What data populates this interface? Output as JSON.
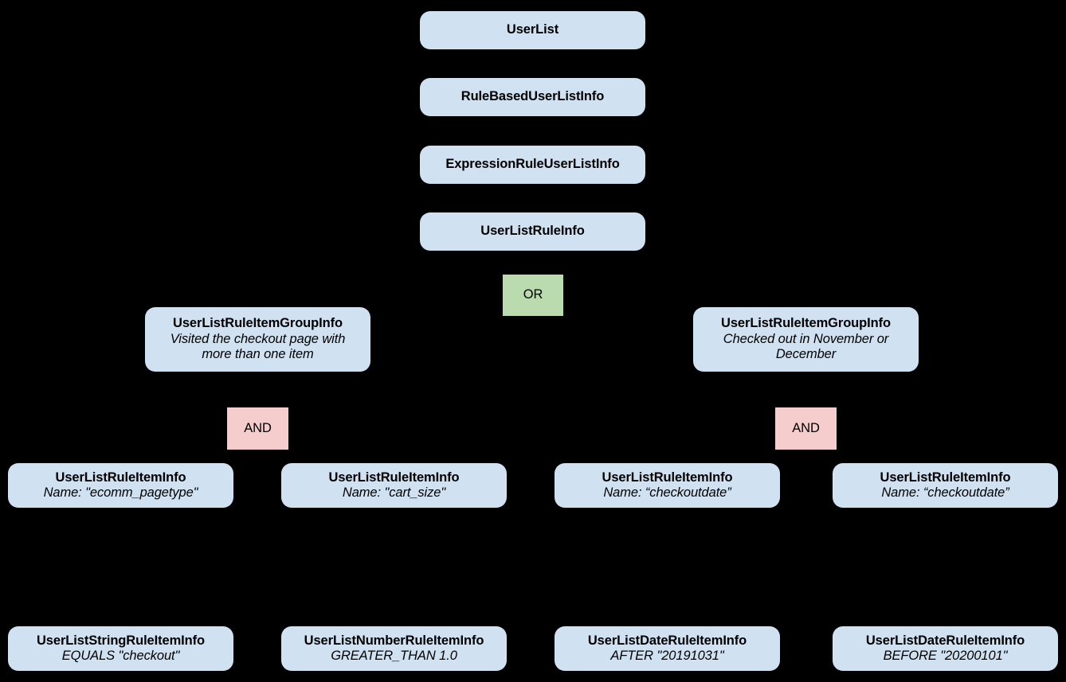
{
  "diagram": {
    "type": "hierarchy-tree",
    "background_color": "#000000",
    "class_node_color": "#d0e1f2",
    "or_node_color": "#b9dbad",
    "and_node_color": "#f5cdcd",
    "edge_color": "#000000",
    "text_color": "#000000"
  },
  "nodes": {
    "user_list": {
      "title": "UserList",
      "sub": ""
    },
    "rule_based_user_list_info": {
      "title": "RuleBasedUserListInfo",
      "sub": ""
    },
    "expression_rule_user_list_info": {
      "title": "ExpressionRuleUserListInfo",
      "sub": ""
    },
    "user_list_rule_info": {
      "title": "UserListRuleInfo",
      "sub": ""
    },
    "or_operator": {
      "title": "OR"
    },
    "group_left": {
      "title": "UserListRuleItemGroupInfo",
      "sub_line1": "Visited the checkout page with",
      "sub_line2": "more than one item"
    },
    "group_right": {
      "title": "UserListRuleItemGroupInfo",
      "sub_line1": "Checked out in November or",
      "sub_line2": "December"
    },
    "and_left": {
      "title": "AND"
    },
    "and_right": {
      "title": "AND"
    },
    "item_1": {
      "title": "UserListRuleItemInfo",
      "sub": "Name: \"ecomm_pagetype\""
    },
    "item_2": {
      "title": "UserListRuleItemInfo",
      "sub": "Name: \"cart_size\""
    },
    "item_3": {
      "title": "UserListRuleItemInfo",
      "sub": "Name: “checkoutdate”"
    },
    "item_4": {
      "title": "UserListRuleItemInfo",
      "sub": "Name: “checkoutdate”"
    },
    "leaf_1": {
      "title": "UserListStringRuleItemInfo",
      "sub": "EQUALS \"checkout\""
    },
    "leaf_2": {
      "title": "UserListNumberRuleItemInfo",
      "sub": "GREATER_THAN 1.0"
    },
    "leaf_3": {
      "title": "UserListDateRuleItemInfo",
      "sub": "AFTER \"20191031\""
    },
    "leaf_4": {
      "title": "UserListDateRuleItemInfo",
      "sub": "BEFORE \"20200101\""
    }
  }
}
